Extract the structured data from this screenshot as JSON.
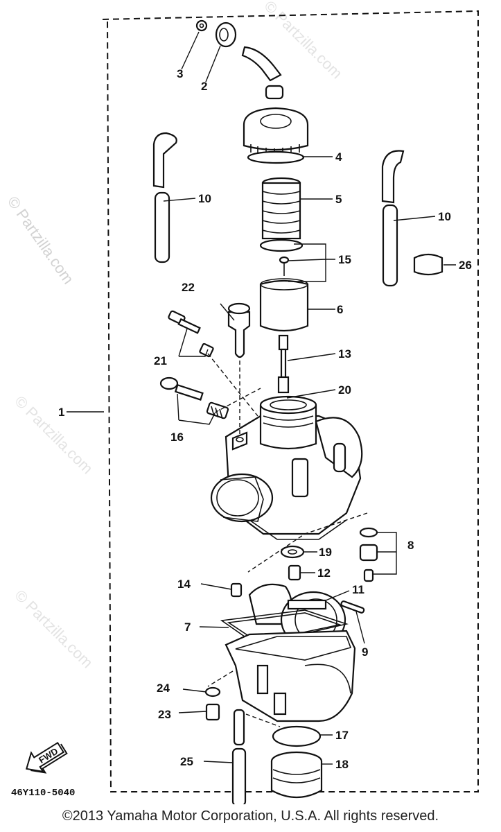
{
  "watermarks": [
    "© Partzilla.com",
    "© Partzilla.com"
  ],
  "part_labels": [
    "1",
    "2",
    "3",
    "4",
    "5",
    "6",
    "7",
    "8",
    "9",
    "10",
    "10",
    "11",
    "12",
    "13",
    "14",
    "15",
    "16",
    "17",
    "18",
    "19",
    "20",
    "21",
    "22",
    "23",
    "24",
    "25",
    "26"
  ],
  "diagram_code": "46Y110-5040",
  "fwd_label": "FWD",
  "copyright": "©2013 Yamaha Motor Corporation, U.S.A. All rights reserved."
}
